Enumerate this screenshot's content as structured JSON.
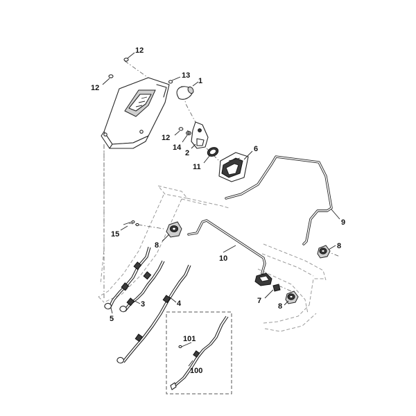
{
  "callouts": {
    "c1": "1",
    "c2": "2",
    "c3": "3",
    "c4": "4",
    "c5": "5",
    "c6": "6",
    "c7": "7",
    "c8a": "8",
    "c8b": "8",
    "c8c": "8",
    "c9": "9",
    "c10": "10",
    "c11": "11",
    "c12a": "12",
    "c12b": "12",
    "c12c": "12",
    "c13": "13",
    "c14": "14",
    "c15": "15",
    "c100": "100",
    "c101": "101"
  }
}
